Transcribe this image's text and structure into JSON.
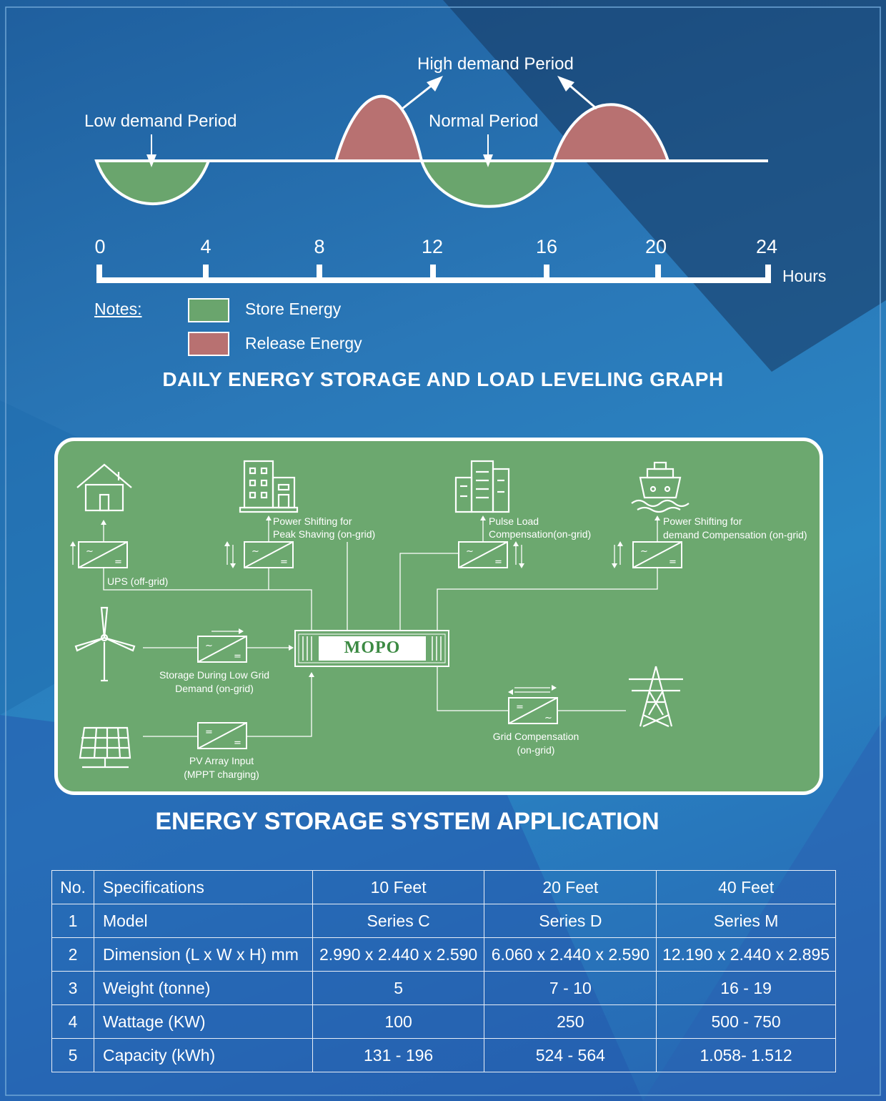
{
  "graph": {
    "annotations": {
      "high": "High demand Period",
      "low": "Low demand Period",
      "normal": "Normal Period"
    },
    "ticks": [
      "0",
      "4",
      "8",
      "12",
      "16",
      "20",
      "24"
    ],
    "axis_unit": "Hours",
    "notes_label": "Notes:",
    "legend": [
      {
        "label": "Store Energy",
        "color": "#6aa56d"
      },
      {
        "label": "Release Energy",
        "color": "#b87171"
      }
    ],
    "title": "DAILY ENERGY STORAGE AND LOAD LEVELING GRAPH"
  },
  "diagram": {
    "labels": {
      "ups": "UPS (off-grid)",
      "peak_1": "Power Shifting for",
      "peak_2": "Peak Shaving (on-grid)",
      "pulse_1": "Pulse Load",
      "pulse_2": "Compensation(on-grid)",
      "demand_1": "Power Shifting for",
      "demand_2": "demand Compensation (on-grid)",
      "storage_1": "Storage During Low Grid",
      "storage_2": "Demand (on-grid)",
      "pv_1": "PV Array Input",
      "pv_2": "(MPPT charging)",
      "grid_1": "Grid Compensation",
      "grid_2": "(on-grid)"
    },
    "logo": "MOPO",
    "title": "ENERGY STORAGE SYSTEM APPLICATION"
  },
  "table": {
    "headers": [
      "No.",
      "Specifications",
      "10 Feet",
      "20 Feet",
      "40 Feet"
    ],
    "rows": [
      [
        "1",
        "Model",
        "Series C",
        "Series D",
        "Series M"
      ],
      [
        "2",
        "Dimension (L x W x H) mm",
        "2.990 x 2.440 x 2.590",
        "6.060 x 2.440 x 2.590",
        "12.190 x 2.440 x 2.895"
      ],
      [
        "3",
        "Weight (tonne)",
        "5",
        "7 - 10",
        "16 - 19"
      ],
      [
        "4",
        "Wattage (KW)",
        "100",
        "250",
        "500 - 750"
      ],
      [
        "5",
        "Capacity (kWh)",
        "131 - 196",
        "524 - 564",
        "1.058- 1.512"
      ]
    ]
  }
}
